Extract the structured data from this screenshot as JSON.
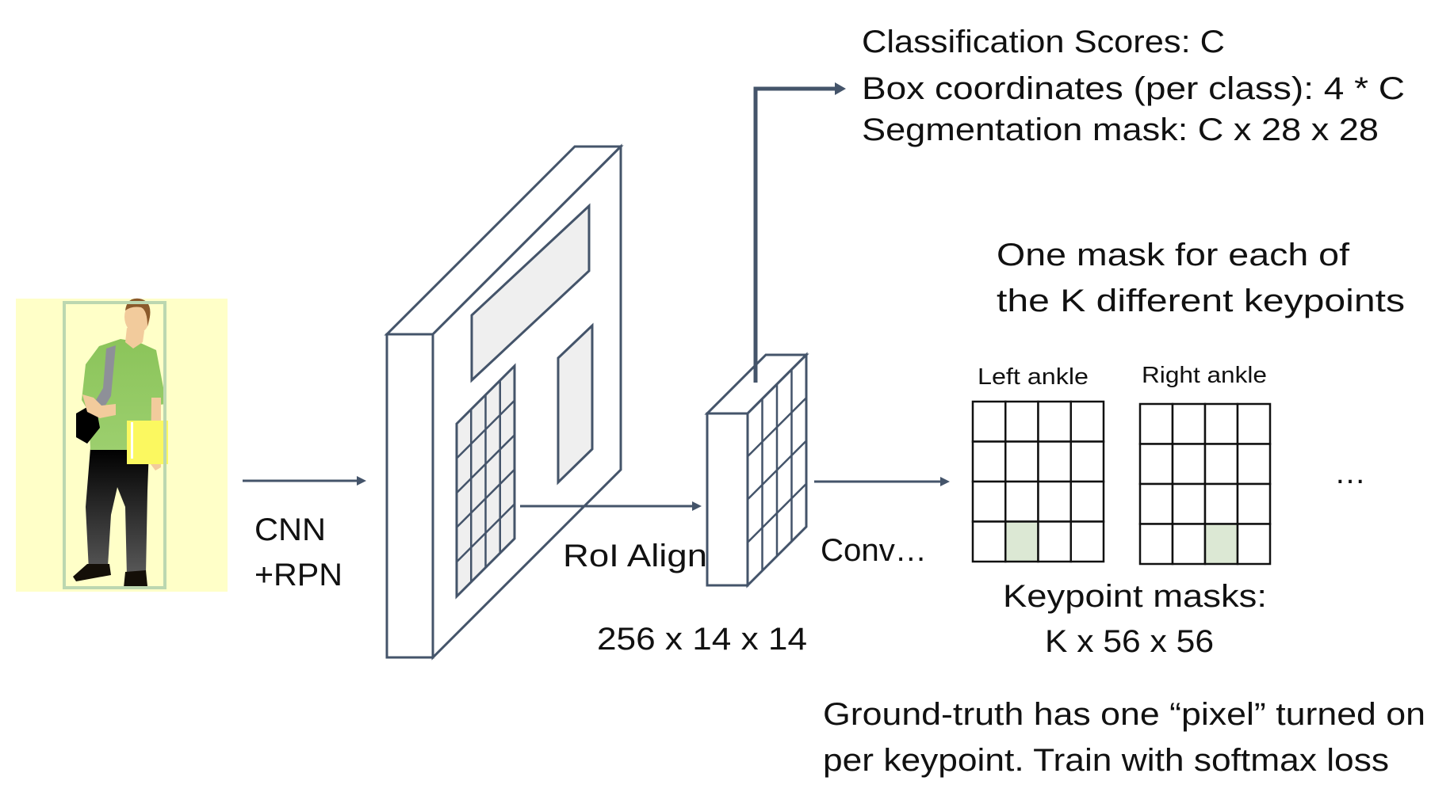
{
  "diagram": {
    "title": "Mask R-CNN keypoint head",
    "input": {
      "image": "person-with-bounding-box",
      "background_color": "#ffffc8",
      "bbox_color": "#bcd7b0"
    },
    "labels": {
      "backbone": [
        "CNN",
        "+RPN"
      ],
      "roi_align": "RoI Align",
      "roi_feature_size": "256 x 14 x 14",
      "conv": "Conv…",
      "outputs": [
        "Classification Scores: C",
        "Box coordinates (per class): 4 * C",
        "Segmentation mask: C x 28 x 28"
      ],
      "keypoint_note": [
        "One mask for each of",
        "the K different keypoints"
      ],
      "keypoint_masks": [
        "Keypoint masks:",
        "K x 56 x 56"
      ],
      "ellipsis": "…",
      "ground_truth_note": [
        "Ground-truth has one “pixel” turned on",
        "per keypoint. Train with softmax loss"
      ]
    },
    "keypoint_grids": [
      {
        "label": "Left ankle",
        "rows": 4,
        "cols": 4,
        "on_cell": {
          "row": 3,
          "col": 1
        }
      },
      {
        "label": "Right ankle",
        "rows": 4,
        "cols": 4,
        "on_cell": {
          "row": 3,
          "col": 2
        }
      }
    ],
    "colors": {
      "line": "#44546a",
      "feature_fill": "#efefef",
      "keypoint_on": "#dce8d4",
      "text": "#111111"
    }
  }
}
